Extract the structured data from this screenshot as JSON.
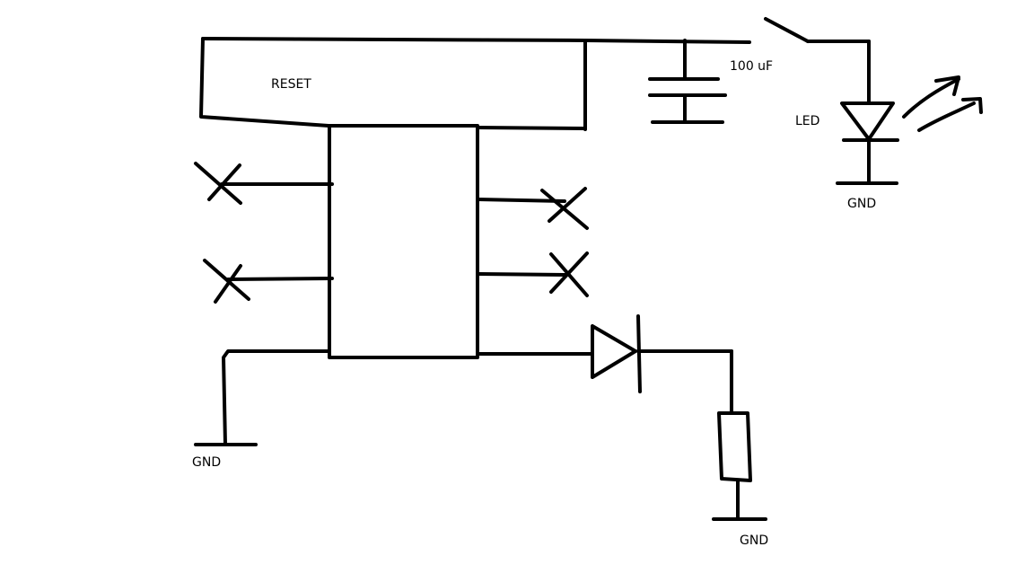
{
  "labels": {
    "reset": "RESET",
    "capacitor": "100 uF",
    "led": "LED",
    "gnd_led": "GND",
    "gnd_left": "GND",
    "gnd_resistor": "GND"
  },
  "colors": {
    "ink": "#000000",
    "background": "#ffffff"
  }
}
